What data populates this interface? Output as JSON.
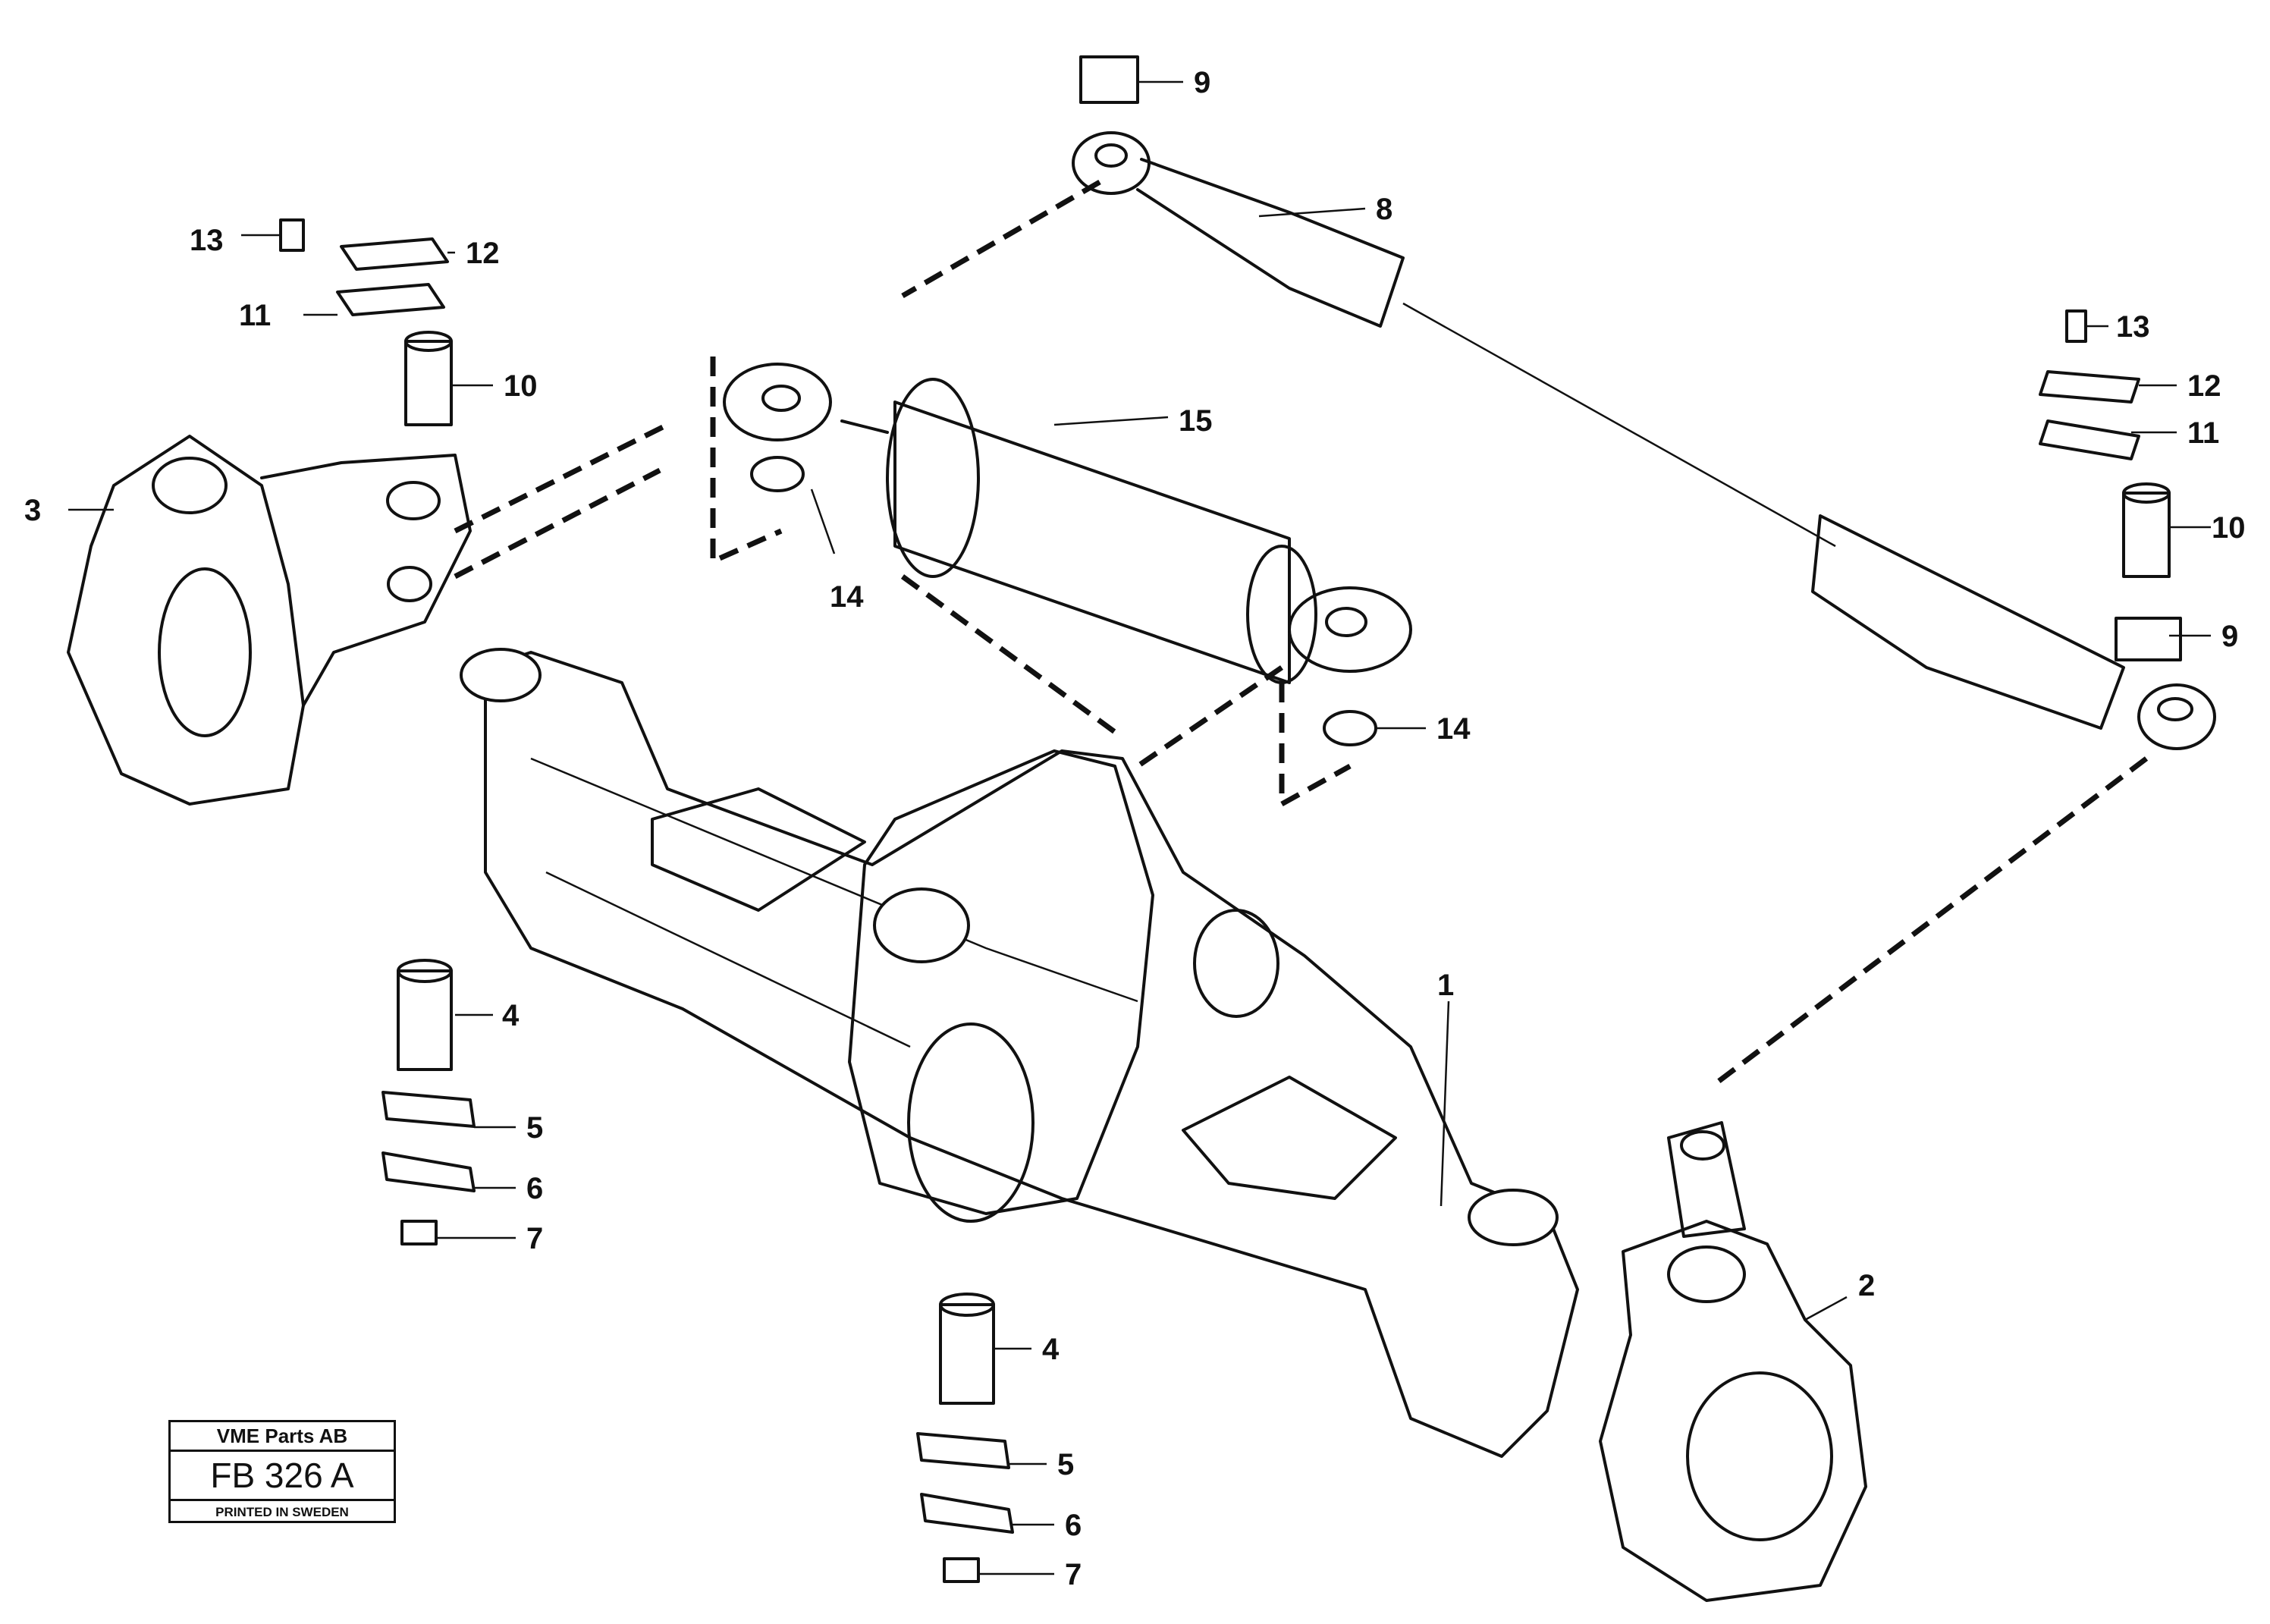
{
  "diagram": {
    "callouts": [
      {
        "id": "c1",
        "text": "1"
      },
      {
        "id": "c2",
        "text": "2"
      },
      {
        "id": "c3",
        "text": "3"
      },
      {
        "id": "c4a",
        "text": "4"
      },
      {
        "id": "c4b",
        "text": "4"
      },
      {
        "id": "c5a",
        "text": "5"
      },
      {
        "id": "c5b",
        "text": "5"
      },
      {
        "id": "c6a",
        "text": "6"
      },
      {
        "id": "c6b",
        "text": "6"
      },
      {
        "id": "c7a",
        "text": "7"
      },
      {
        "id": "c7b",
        "text": "7"
      },
      {
        "id": "c8",
        "text": "8"
      },
      {
        "id": "c9a",
        "text": "9"
      },
      {
        "id": "c9b",
        "text": "9"
      },
      {
        "id": "c10a",
        "text": "10"
      },
      {
        "id": "c10b",
        "text": "10"
      },
      {
        "id": "c11a",
        "text": "11"
      },
      {
        "id": "c11b",
        "text": "11"
      },
      {
        "id": "c12a",
        "text": "12"
      },
      {
        "id": "c12b",
        "text": "12"
      },
      {
        "id": "c13a",
        "text": "13"
      },
      {
        "id": "c13b",
        "text": "13"
      },
      {
        "id": "c14a",
        "text": "14"
      },
      {
        "id": "c14b",
        "text": "14"
      },
      {
        "id": "c15",
        "text": "15"
      }
    ]
  },
  "stamp": {
    "company": "VME Parts AB",
    "code": "FB 326 A",
    "printed": "PRINTED IN SWEDEN"
  },
  "colors": {
    "ink": "#111111",
    "paper": "#ffffff"
  }
}
